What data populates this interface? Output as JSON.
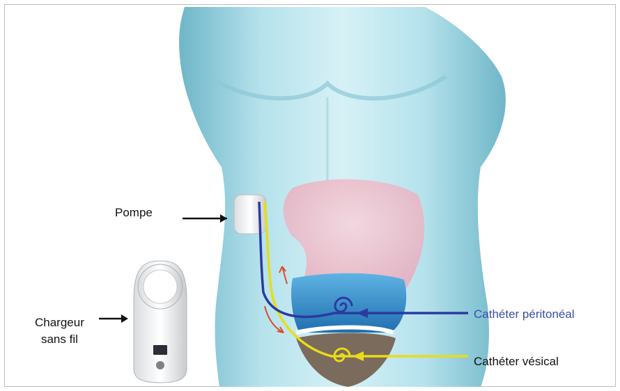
{
  "labels": {
    "pump": "Pompe",
    "charger_line1": "Chargeur",
    "charger_line2": "sans fil",
    "peritoneal_catheter": "Cathéter péritonéal",
    "bladder_catheter": "Cathéter vésical"
  },
  "colors": {
    "peritoneal_line": "#2b3aa0",
    "bladder_line": "#e8dc1a",
    "flow_arrow": "#e04a2a",
    "body_skin": "#a9dbe6",
    "peritoneal_cavity": "#2f8fd0",
    "bladder": "#7a6a5a",
    "upper_region": "#f2c3cf"
  }
}
